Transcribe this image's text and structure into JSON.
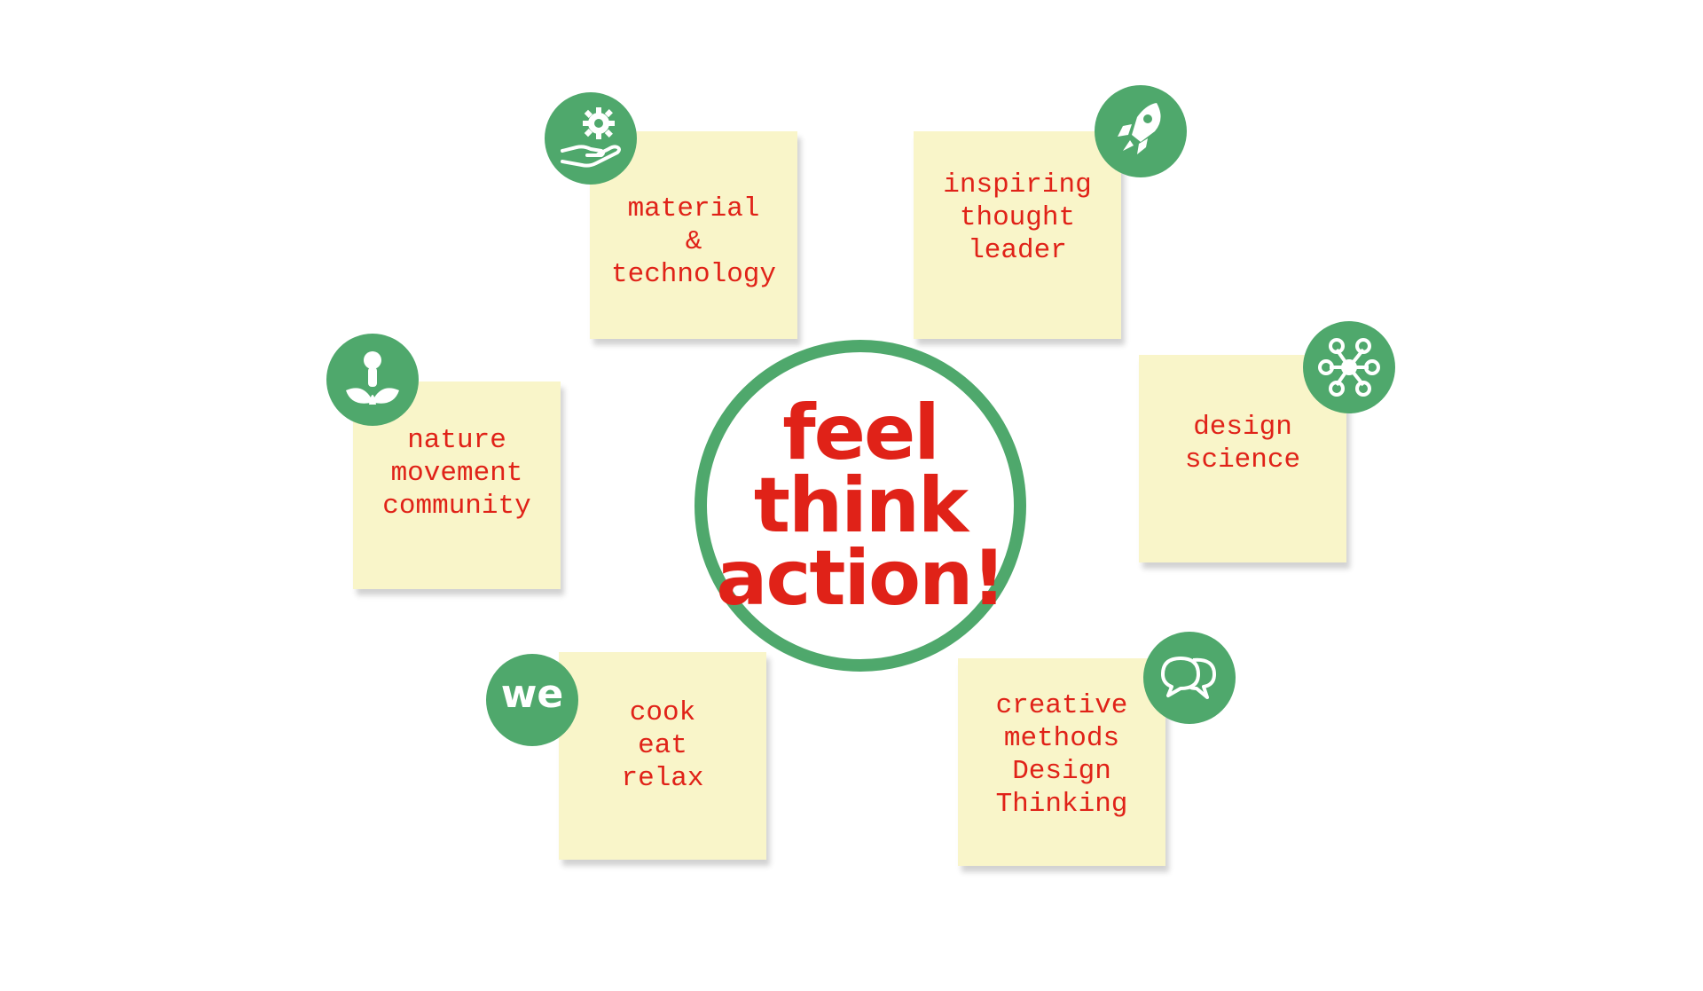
{
  "center": {
    "line1": "feel",
    "line2": "think",
    "line3": "action!"
  },
  "notes": [
    {
      "lines": [
        "material",
        "&",
        "technology"
      ],
      "icon": "hand-gear-icon"
    },
    {
      "lines": [
        "inspiring",
        "thought",
        "leader"
      ],
      "icon": "rocket-icon"
    },
    {
      "lines": [
        "nature",
        "movement",
        "community"
      ],
      "icon": "person-leaves-icon"
    },
    {
      "lines": [
        "design",
        "science"
      ],
      "icon": "network-nodes-icon"
    },
    {
      "lines": [
        "cook",
        "eat",
        "relax"
      ],
      "icon": "we-icon",
      "icon_text": "we"
    },
    {
      "lines": [
        "creative",
        "methods",
        "Design",
        "Thinking"
      ],
      "icon": "speech-bubbles-icon"
    }
  ],
  "colors": {
    "accent_red": "#e02218",
    "badge_green": "#4fa86c",
    "note_yellow": "#f9f5c9",
    "ring_green": "#4fa86c"
  }
}
